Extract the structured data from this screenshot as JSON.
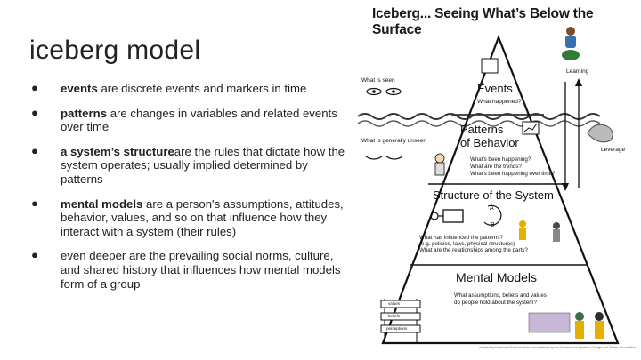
{
  "slide": {
    "title": "iceberg model",
    "bullets": [
      {
        "bold": "events",
        "text": " are discrete events and markers in time"
      },
      {
        "bold": "patterns",
        "text": " are changes in variables and related events over time"
      },
      {
        "bold": "a system’s structure",
        "text": "are the rules that dictate how the system operates; usually implied determined by patterns"
      },
      {
        "bold": "mental models",
        "text": " are a person's assumptions, attitudes, behavior, values, and so on that influence how they interact with a system (their rules)"
      },
      {
        "bold": "",
        "text": "even deeper are the prevailing social norms, culture, and shared history that influences how mental models form of a group"
      }
    ]
  },
  "figure": {
    "title": "Iceberg... Seeing What’s Below the Surface",
    "what_is_seen": "What is seen",
    "what_is_unseen": "What is generally unseen",
    "learning": "Learning",
    "leverage": "Leverage",
    "levels": {
      "events": {
        "label": "Events",
        "question": "What happened?"
      },
      "patterns": {
        "label_line1": "Patterns",
        "label_line2": "of Behavior",
        "questions": [
          "What's been happening?",
          "What are the trends?",
          "What's been happening over time?"
        ]
      },
      "structure": {
        "label": "Structure of the System",
        "questions": [
          "What has influenced the patterns?",
          "(e.g. policies, laws, physical structures)",
          "What are the relationships among the parts?"
        ]
      },
      "mental": {
        "label": "Mental Models",
        "questions": [
          "What assumptions, beliefs and values",
          "do people hold about the system?"
        ]
      }
    },
    "ladder_labels": [
      "values",
      "beliefs",
      "perceptions"
    ],
    "loop_labels": [
      "A",
      "B"
    ],
    "credit": "adapted by Northwest Earth Institute from materials by the Academy for Systems Change and Waters Foundation"
  }
}
